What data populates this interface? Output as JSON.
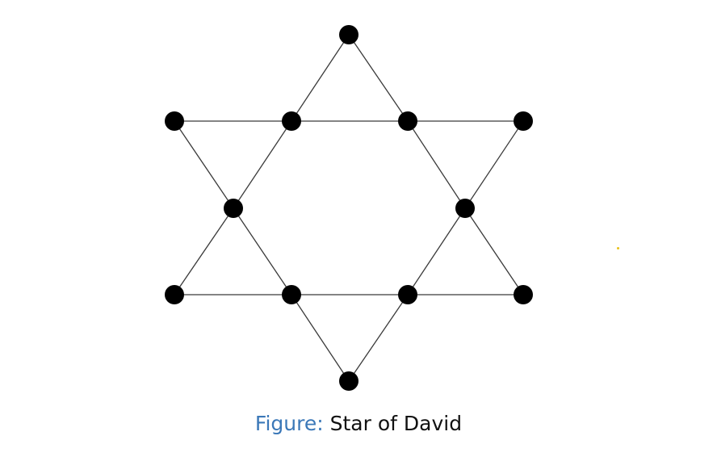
{
  "caption": {
    "label": "Figure:",
    "text": " Star of David"
  },
  "colors": {
    "caption_label": "#3b78b8",
    "node": "#000000",
    "edge": "#3a3a3a"
  },
  "graph": {
    "nodes": [
      "top",
      "upper-left",
      "upper-inner-left",
      "upper-inner-right",
      "upper-right",
      "middle-left",
      "middle-right",
      "lower-left",
      "lower-inner-left",
      "lower-inner-right",
      "lower-right",
      "bottom"
    ],
    "edges": [
      [
        "top",
        "upper-inner-left"
      ],
      [
        "upper-inner-left",
        "middle-left"
      ],
      [
        "middle-left",
        "lower-left"
      ],
      [
        "lower-left",
        "lower-inner-left"
      ],
      [
        "lower-inner-left",
        "lower-inner-right"
      ],
      [
        "lower-inner-right",
        "lower-right"
      ],
      [
        "lower-right",
        "middle-right"
      ],
      [
        "middle-right",
        "upper-inner-right"
      ],
      [
        "upper-inner-right",
        "top"
      ],
      [
        "upper-left",
        "upper-inner-left"
      ],
      [
        "upper-inner-left",
        "upper-inner-right"
      ],
      [
        "upper-inner-right",
        "upper-right"
      ],
      [
        "upper-right",
        "middle-right"
      ],
      [
        "middle-right",
        "lower-inner-right"
      ],
      [
        "lower-inner-right",
        "bottom"
      ],
      [
        "bottom",
        "lower-inner-left"
      ],
      [
        "lower-inner-left",
        "middle-left"
      ],
      [
        "middle-left",
        "upper-left"
      ]
    ]
  }
}
